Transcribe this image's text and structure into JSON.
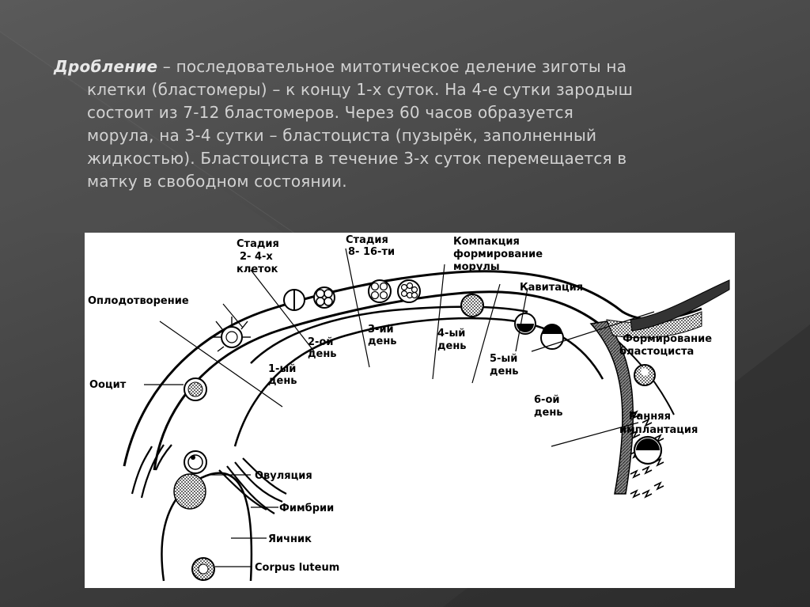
{
  "slide": {
    "term": "Дробление",
    "dash": " – ",
    "first_line_rest": "последовательное митотическое деление зиготы на",
    "lines": [
      "клетки (бластомеры) – к концу 1-х суток. На 4-е сутки зародыш",
      "состоит из 7-12 бластомеров. Через 60 часов образуется",
      "морула, на 3-4 сутки – бластоциста (пузырёк, заполненный",
      "жидкостью). Бластоциста в течение 3-х суток перемещается в",
      "матку в свободном состоянии."
    ]
  },
  "diagram": {
    "labels": {
      "stage_2_4": [
        "Стадия",
        "2- 4-х",
        "клеток"
      ],
      "stage_8_16": [
        "Стадия",
        "8- 16-ти"
      ],
      "compaction": [
        "Компакция",
        "формирование",
        "морулы"
      ],
      "cavitation": "Кавитация",
      "fertilization": "Оплодотворение",
      "blastocyst_formation": [
        "Формирование",
        "бластоциста"
      ],
      "day2": [
        "2-ой",
        "день"
      ],
      "day3": [
        "3-ий",
        "день"
      ],
      "day4": [
        "4-ый",
        "день"
      ],
      "day5": [
        "5-ый",
        "день"
      ],
      "day1": [
        "1-ый",
        "день"
      ],
      "day6": [
        "6-ой",
        "день"
      ],
      "oocyte": "Ооцит",
      "early_implantation": [
        "Ранняя",
        "имплантация"
      ],
      "ovulation": "Овуляция",
      "fimbriae": "Фимбрии",
      "ovary": "Яичник",
      "corpus_luteum": "Corpus luteum"
    }
  }
}
